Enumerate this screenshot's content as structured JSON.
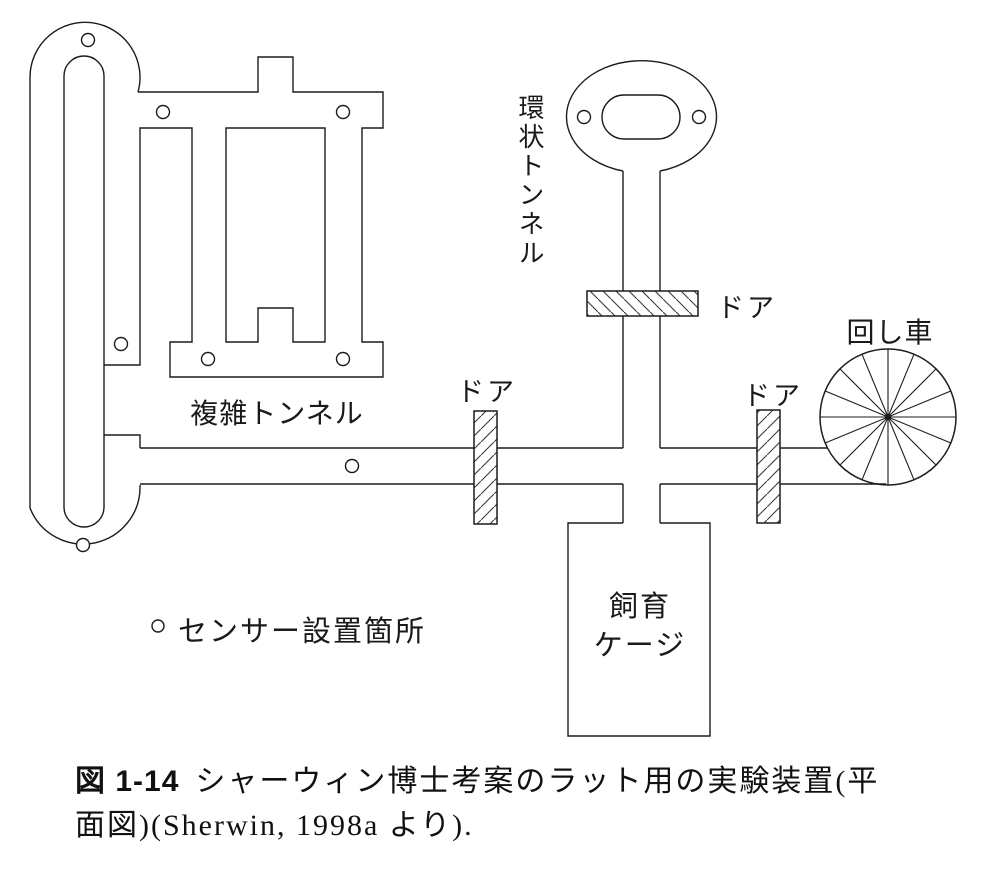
{
  "figure": {
    "labels": {
      "complex_tunnel": "複雑トンネル",
      "ring_tunnel": "環状トンネル",
      "door_top": "ドア",
      "door_left": "ドア",
      "door_right": "ドア",
      "wheel": "回し車",
      "cage_line1": "飼育",
      "cage_line2": "ケージ",
      "legend_sensor": "センサー設置箇所"
    },
    "caption": {
      "figure_label": "図 1-14",
      "line1_rest": "シャーウィン博士考案のラット用の実験装置(平",
      "line2": "面図)(Sherwin, 1998a より)."
    },
    "colors": {
      "line": "#1c1c1c",
      "text": "#1a1a1a",
      "background": "#ffffff"
    },
    "sensor_marker": "small-open-circle",
    "sensor_count": 11,
    "door_count": 3
  }
}
